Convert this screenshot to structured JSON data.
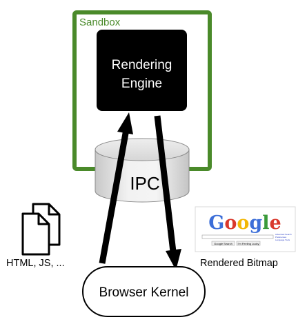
{
  "sandbox": {
    "label": "Sandbox",
    "color": "#4a8a2a"
  },
  "rendering_engine": {
    "line1": "Rendering",
    "line2": "Engine"
  },
  "ipc": {
    "label": "IPC"
  },
  "files": {
    "icon": "document-stack-icon",
    "label": "HTML, JS, ..."
  },
  "bitmap": {
    "icon": "google-homepage-thumbnail",
    "label": "Rendered Bitmap",
    "logo_text": "Google",
    "button1": "Google Search",
    "button2": "I'm Feeling Lucky",
    "side_links": [
      "Advanced Search",
      "Preferences",
      "Language Tools"
    ]
  },
  "browser_kernel": {
    "label": "Browser Kernel"
  },
  "arrows": {
    "up": "arrow-up-icon",
    "down": "arrow-down-icon"
  }
}
